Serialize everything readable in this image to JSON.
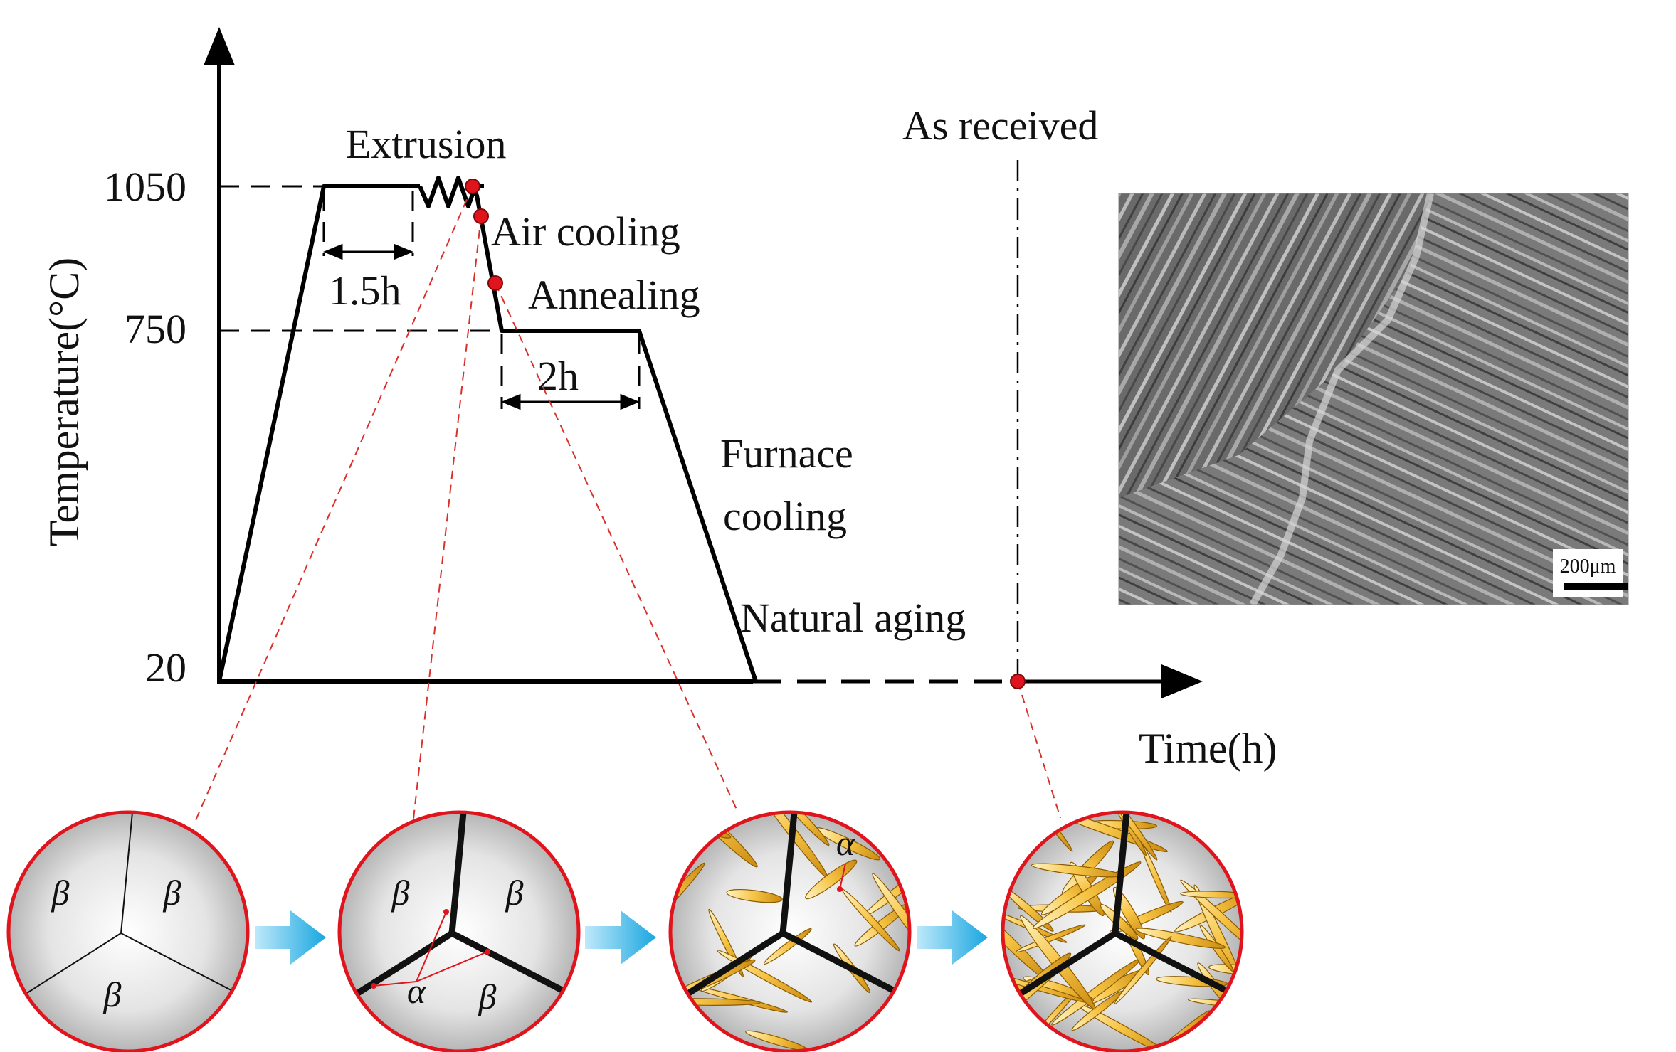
{
  "axes": {
    "y_label": "Temperature(°C)",
    "x_label": "Time(h)",
    "y_ticks": [
      "1050",
      "750",
      "20"
    ]
  },
  "process": {
    "extrusion": "Extrusion",
    "air_cooling": "Air cooling",
    "annealing": "Annealing",
    "hold_1": "1.5h",
    "hold_2": "2h",
    "furnace_cooling_1": "Furnace",
    "furnace_cooling_2": "cooling",
    "natural_aging": "Natural aging",
    "as_received": "As received"
  },
  "micrograph": {
    "scale_bar": "200μm"
  },
  "phases": {
    "beta": "β",
    "alpha": "α"
  },
  "colors": {
    "marker": "#e0141c",
    "circle_border": "#e0141c",
    "guide": "#d9302a",
    "arrow": "#2fb4e6",
    "alpha_lath": "#f2b632",
    "grain_boundary": "#111111"
  }
}
